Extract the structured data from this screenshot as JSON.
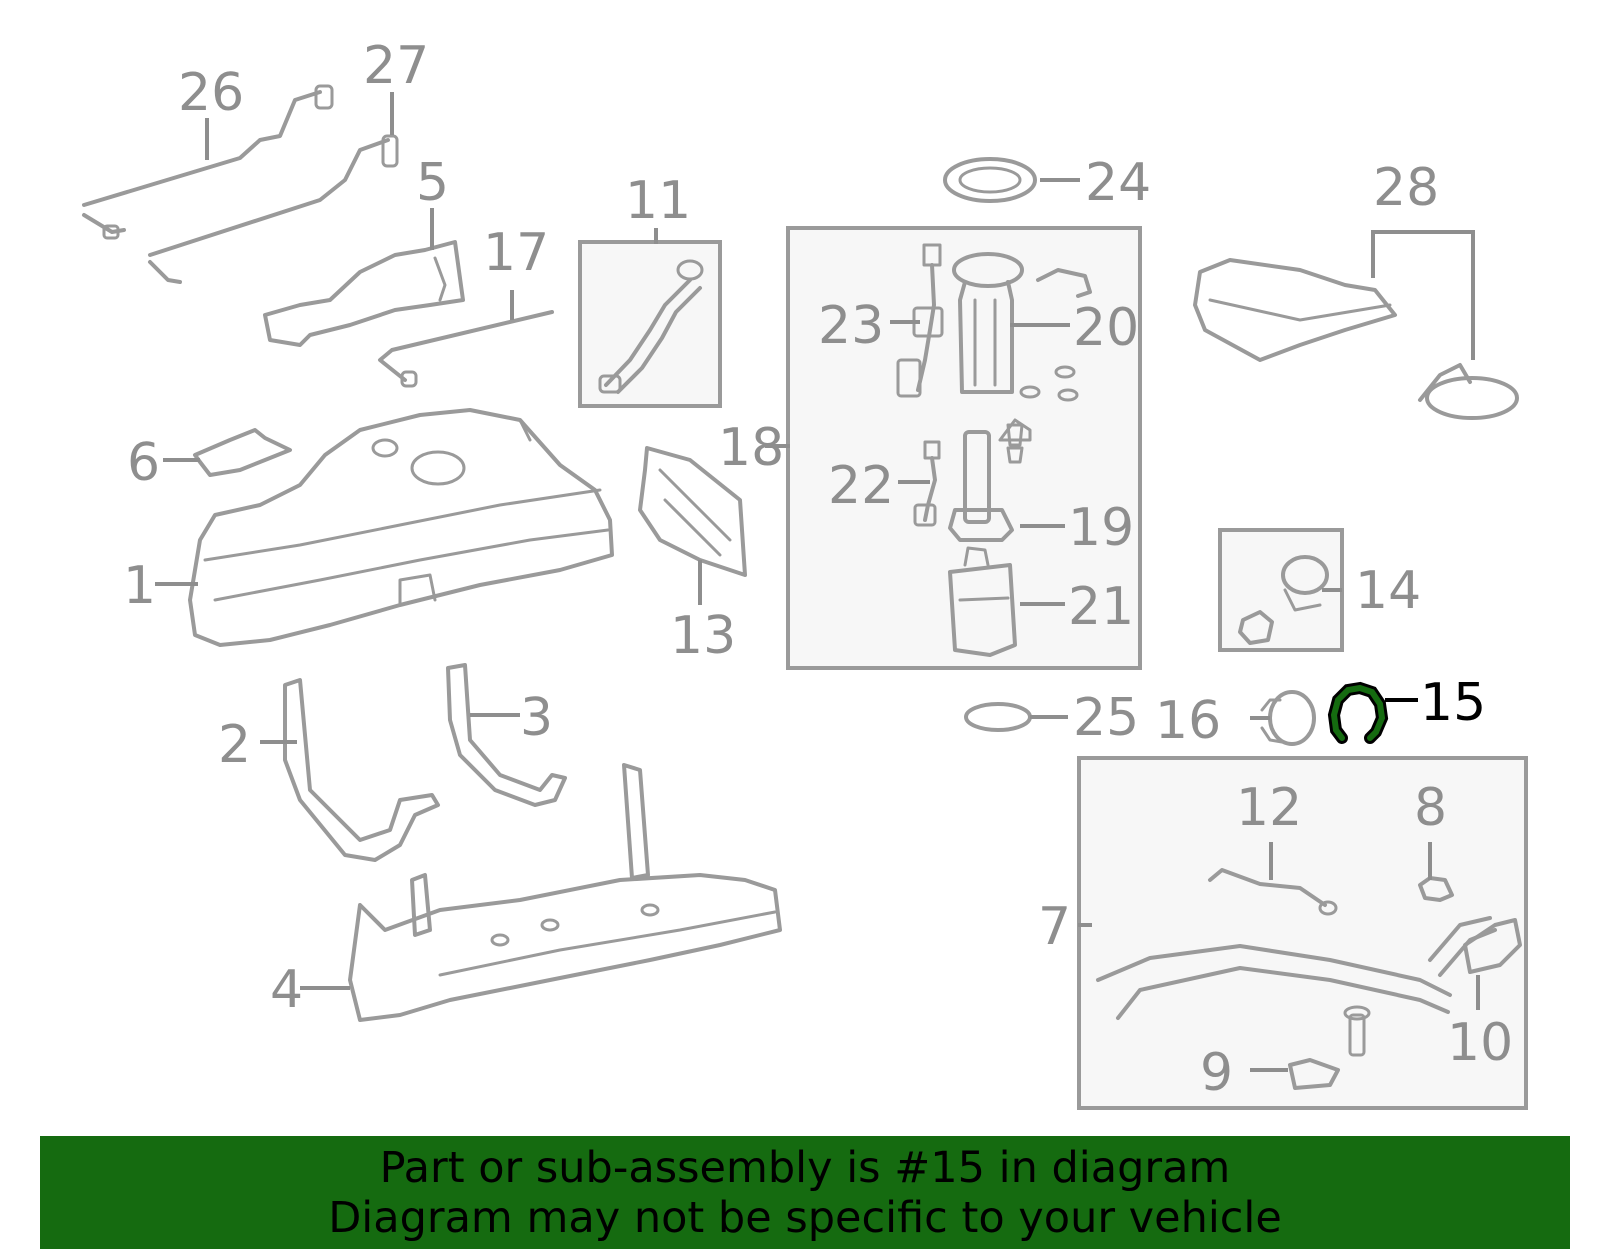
{
  "callouts": [
    {
      "id": "1",
      "text": "1"
    },
    {
      "id": "2",
      "text": "2"
    },
    {
      "id": "3",
      "text": "3"
    },
    {
      "id": "4",
      "text": "4"
    },
    {
      "id": "5",
      "text": "5"
    },
    {
      "id": "6",
      "text": "6"
    },
    {
      "id": "7",
      "text": "7"
    },
    {
      "id": "8",
      "text": "8"
    },
    {
      "id": "9",
      "text": "9"
    },
    {
      "id": "10",
      "text": "10"
    },
    {
      "id": "11",
      "text": "11"
    },
    {
      "id": "12",
      "text": "12"
    },
    {
      "id": "13",
      "text": "13"
    },
    {
      "id": "14",
      "text": "14"
    },
    {
      "id": "15",
      "text": "15"
    },
    {
      "id": "16",
      "text": "16"
    },
    {
      "id": "17",
      "text": "17"
    },
    {
      "id": "18",
      "text": "18"
    },
    {
      "id": "19",
      "text": "19"
    },
    {
      "id": "20",
      "text": "20"
    },
    {
      "id": "21",
      "text": "21"
    },
    {
      "id": "22",
      "text": "22"
    },
    {
      "id": "23",
      "text": "23"
    },
    {
      "id": "24",
      "text": "24"
    },
    {
      "id": "25",
      "text": "25"
    },
    {
      "id": "26",
      "text": "26"
    },
    {
      "id": "27",
      "text": "27"
    },
    {
      "id": "28",
      "text": "28"
    }
  ],
  "highlighted_part": "15",
  "colors": {
    "highlight_part": "#156b10",
    "banner_background": "#156b10",
    "line_art": "#9a9a9a",
    "callout_text": "#8e8e8e",
    "highlight_text": "#000000"
  },
  "banner": {
    "line1": "Part or sub-assembly is #15 in diagram",
    "line2": "Diagram may not be specific to your vehicle"
  }
}
